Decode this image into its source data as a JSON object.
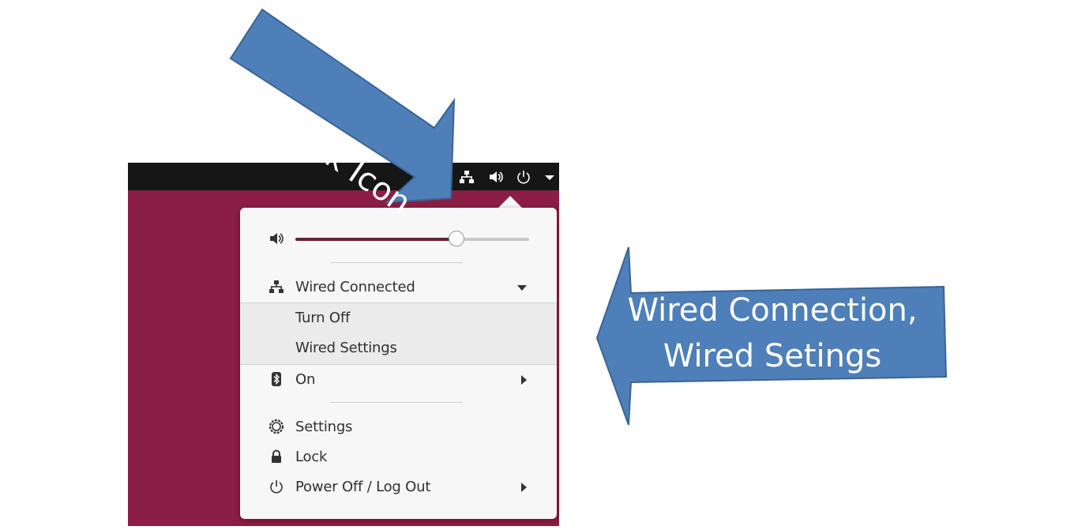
{
  "callouts": {
    "network_icon": "Network Icon",
    "wired_line1": "Wired Connection,",
    "wired_line2": "Wired Setings"
  },
  "colors": {
    "callout_fill": "#4e7fb8",
    "callout_border": "#3a6397",
    "desktop": "#8b1e44",
    "topbar": "#161616",
    "menu_bg": "#f7f7f7",
    "slider_fill": "#6b1e3a"
  },
  "topbar": {
    "icons": [
      "network-wired-icon",
      "speaker-icon",
      "power-icon",
      "chevron-down-icon"
    ]
  },
  "menu": {
    "volume": {
      "icon": "speaker-icon",
      "level_fraction": 0.69
    },
    "wired": {
      "icon": "network-wired-icon",
      "label": "Wired Connected",
      "expanded": true
    },
    "submenu": [
      {
        "label": "Turn Off"
      },
      {
        "label": "Wired Settings"
      }
    ],
    "bluetooth": {
      "icon": "bluetooth-icon",
      "label": "On"
    },
    "settings": {
      "icon": "settings-icon",
      "label": "Settings"
    },
    "lock": {
      "icon": "lock-icon",
      "label": "Lock"
    },
    "power": {
      "icon": "power-icon",
      "label": "Power Off / Log Out"
    }
  }
}
